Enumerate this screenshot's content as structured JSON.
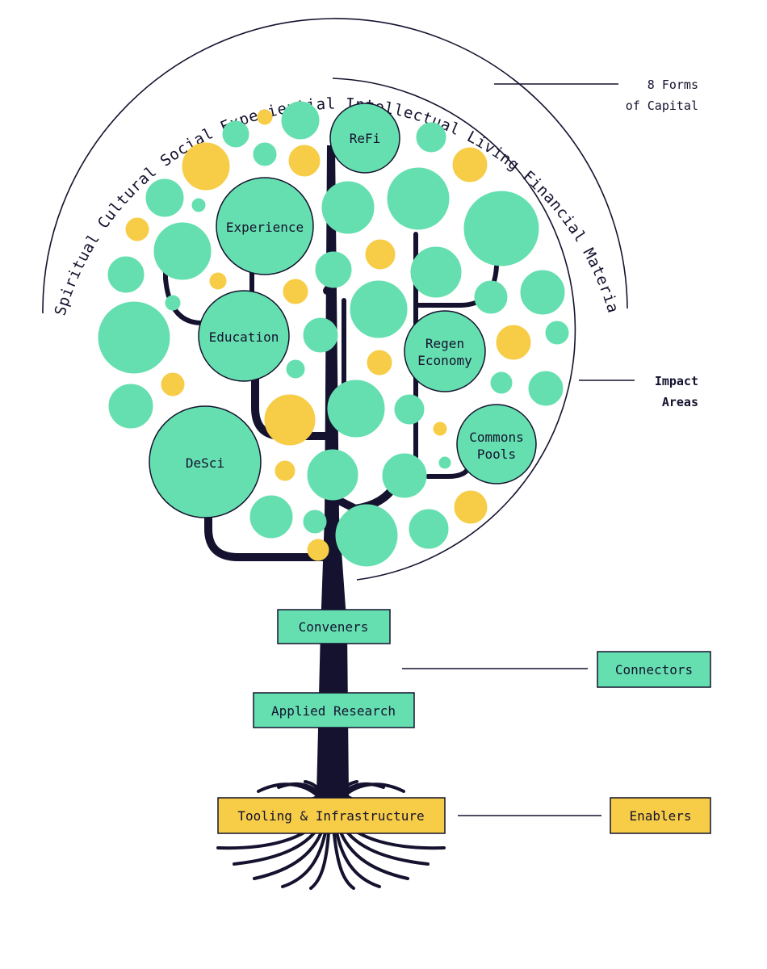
{
  "colors": {
    "green": "#66dfb0",
    "yellow": "#f7cd48",
    "ink": "#14122e",
    "background": "#ffffff"
  },
  "capital_forms": "Spiritual Cultural Social Experiential Intellectual Living Financial Material",
  "side_labels": {
    "forms_line1": "8 Forms",
    "forms_line2": "of Capital",
    "impact_line1": "Impact",
    "impact_line2": "Areas"
  },
  "impact_areas": {
    "refi": "ReFi",
    "experience": "Experience",
    "education": "Education",
    "regen_line1": "Regen",
    "regen_line2": "Economy",
    "desci": "DeSci",
    "commons_line1": "Commons",
    "commons_line2": "Pools"
  },
  "trunk": {
    "conveners": "Conveners",
    "applied_research": "Applied Research",
    "tooling": "Tooling & Infrastructure"
  },
  "layers": {
    "connectors": "Connectors",
    "enablers": "Enablers"
  }
}
